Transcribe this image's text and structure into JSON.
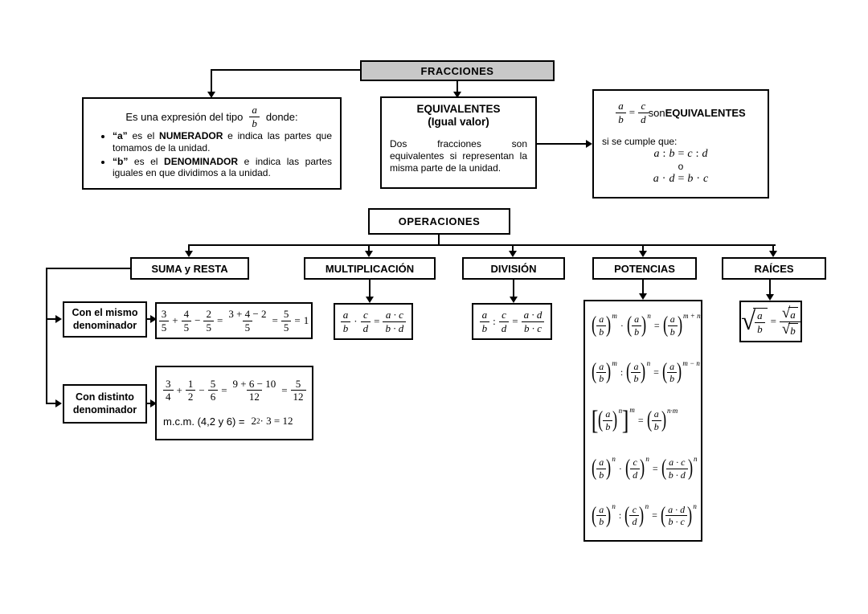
{
  "colors": {
    "title_fill": "#c8c8c8",
    "line": "#000000",
    "background": "#ffffff"
  },
  "title_box": {
    "label": "FRACCIONES"
  },
  "definition_box": {
    "intro_math": [
      {
        "k": "t",
        "v": "Es una expresión del tipo",
        "sans": true
      },
      {
        "k": "o",
        "v": ""
      },
      {
        "k": "f",
        "n": "a",
        "d": "b"
      },
      {
        "k": "o",
        "v": ""
      },
      {
        "k": "t",
        "v": "donde:",
        "sans": true
      }
    ],
    "bullets": [
      [
        {
          "t": "“a”",
          "b": true
        },
        {
          "t": " es el "
        },
        {
          "t": "NUMERADOR",
          "b": true
        },
        {
          "t": " e indica las partes que tomamos de la unidad."
        }
      ],
      [
        {
          "t": "“b”",
          "b": true
        },
        {
          "t": " es el "
        },
        {
          "t": "DENOMINADOR",
          "b": true
        },
        {
          "t": " e indica las partes iguales en que dividimos a la unidad."
        }
      ]
    ]
  },
  "equivalentes_box": {
    "title": "EQUIVALENTES",
    "subtitle": "(Igual valor)",
    "body": "Dos fracciones son equivalentes si representan la misma parte de la unidad."
  },
  "condition_box": {
    "line1_math": [
      {
        "k": "f",
        "n": "a",
        "d": "b"
      },
      {
        "k": "o",
        "v": "="
      },
      {
        "k": "f",
        "n": "c",
        "d": "d"
      },
      {
        "k": "t",
        "v": " son ",
        "sans": true
      },
      {
        "k": "t",
        "v": "EQUIVALENTES",
        "sans": true,
        "b": true
      }
    ],
    "intro": "si se cumple que:",
    "cond1_math": [
      {
        "k": "t",
        "v": "a",
        "it": true
      },
      {
        "k": "o",
        "v": ":"
      },
      {
        "k": "t",
        "v": "b",
        "it": true
      },
      {
        "k": "o",
        "v": "="
      },
      {
        "k": "t",
        "v": "c",
        "it": true
      },
      {
        "k": "o",
        "v": ":"
      },
      {
        "k": "t",
        "v": "d",
        "it": true
      }
    ],
    "or_label": "o",
    "cond2_math": [
      {
        "k": "t",
        "v": "a",
        "it": true
      },
      {
        "k": "o",
        "v": "·"
      },
      {
        "k": "t",
        "v": "d",
        "it": true
      },
      {
        "k": "o",
        "v": "="
      },
      {
        "k": "t",
        "v": "b",
        "it": true
      },
      {
        "k": "o",
        "v": "·"
      },
      {
        "k": "t",
        "v": "c",
        "it": true
      }
    ]
  },
  "operaciones_box": {
    "label": "OPERACIONES"
  },
  "operations": {
    "items": [
      {
        "label": "SUMA y RESTA"
      },
      {
        "label": "MULTIPLICACIÓN"
      },
      {
        "label": "DIVISIÓN"
      },
      {
        "label": "POTENCIAS"
      },
      {
        "label": "RAÍCES"
      }
    ]
  },
  "suma": {
    "mismo_label": "Con el mismo denominador",
    "distinto_label": "Con distinto denominador",
    "mismo_math": [
      {
        "k": "f",
        "n": "3",
        "d": "5"
      },
      {
        "k": "o",
        "v": "+"
      },
      {
        "k": "f",
        "n": "4",
        "d": "5"
      },
      {
        "k": "o",
        "v": "−"
      },
      {
        "k": "f",
        "n": "2",
        "d": "5"
      },
      {
        "k": "o",
        "v": "="
      },
      {
        "k": "f",
        "n": "3 + 4 − 2",
        "d": "5"
      },
      {
        "k": "o",
        "v": "="
      },
      {
        "k": "f",
        "n": "5",
        "d": "5"
      },
      {
        "k": "o",
        "v": "="
      },
      {
        "k": "t",
        "v": "1"
      }
    ],
    "distinto_math_line1": [
      {
        "k": "f",
        "n": "3",
        "d": "4"
      },
      {
        "k": "o",
        "v": "+"
      },
      {
        "k": "f",
        "n": "1",
        "d": "2"
      },
      {
        "k": "o",
        "v": "−"
      },
      {
        "k": "f",
        "n": "5",
        "d": "6"
      },
      {
        "k": "o",
        "v": "="
      },
      {
        "k": "f",
        "n": "9 + 6 − 10",
        "d": "12"
      },
      {
        "k": "o",
        "v": "="
      },
      {
        "k": "f",
        "n": "5",
        "d": "12"
      }
    ],
    "distinto_math_line2": [
      {
        "k": "t",
        "v": "m.c.m. (4,2 y 6) = ",
        "sans": true
      },
      {
        "k": "o",
        "v": ""
      },
      {
        "k": "t",
        "v": "2"
      },
      {
        "k": "t",
        "v": "2",
        "sup": true
      },
      {
        "k": "t",
        "v": " · 3 = 12"
      }
    ]
  },
  "multiplicacion": {
    "math": [
      {
        "k": "f",
        "n": "a",
        "d": "b"
      },
      {
        "k": "o",
        "v": "·"
      },
      {
        "k": "f",
        "n": "c",
        "d": "d"
      },
      {
        "k": "o",
        "v": "="
      },
      {
        "k": "f",
        "n": "a · c",
        "d": "b · d"
      }
    ]
  },
  "division": {
    "math": [
      {
        "k": "f",
        "n": "a",
        "d": "b"
      },
      {
        "k": "o",
        "v": ":"
      },
      {
        "k": "f",
        "n": "c",
        "d": "d"
      },
      {
        "k": "o",
        "v": "="
      },
      {
        "k": "f",
        "n": "a · d",
        "d": "b · c"
      }
    ]
  },
  "potencias": {
    "rows": [
      [
        {
          "k": "p",
          "n": "a",
          "d": "b",
          "e": "m"
        },
        {
          "k": "o",
          "v": "·"
        },
        {
          "k": "p",
          "n": "a",
          "d": "b",
          "e": "n"
        },
        {
          "k": "o",
          "v": "="
        },
        {
          "k": "p",
          "n": "a",
          "d": "b",
          "e": "m + n"
        }
      ],
      [
        {
          "k": "p",
          "n": "a",
          "d": "b",
          "e": "m"
        },
        {
          "k": "o",
          "v": ":"
        },
        {
          "k": "p",
          "n": "a",
          "d": "b",
          "e": "n"
        },
        {
          "k": "o",
          "v": "="
        },
        {
          "k": "p",
          "n": "a",
          "d": "b",
          "e": "m − n"
        }
      ],
      [
        {
          "k": "br",
          "inner": [
            {
              "k": "p",
              "n": "a",
              "d": "b",
              "e": "n"
            }
          ],
          "e": "m"
        },
        {
          "k": "o",
          "v": "="
        },
        {
          "k": "p",
          "n": "a",
          "d": "b",
          "e": "n·m"
        }
      ],
      [
        {
          "k": "p",
          "n": "a",
          "d": "b",
          "e": "n"
        },
        {
          "k": "o",
          "v": "·"
        },
        {
          "k": "p",
          "n": "c",
          "d": "d",
          "e": "n"
        },
        {
          "k": "o",
          "v": "="
        },
        {
          "k": "p",
          "n": "a · c",
          "d": "b · d",
          "e": "n"
        }
      ],
      [
        {
          "k": "p",
          "n": "a",
          "d": "b",
          "e": "n"
        },
        {
          "k": "o",
          "v": ":"
        },
        {
          "k": "p",
          "n": "c",
          "d": "d",
          "e": "n"
        },
        {
          "k": "o",
          "v": "="
        },
        {
          "k": "p",
          "n": "a · d",
          "d": "b · c",
          "e": "n"
        }
      ]
    ]
  },
  "raices": {
    "math": [
      {
        "k": "r",
        "body": [
          {
            "k": "f",
            "n": "a",
            "d": "b"
          }
        ]
      },
      {
        "k": "o",
        "v": "="
      },
      {
        "k": "f",
        "nb": [
          {
            "k": "r",
            "body": [
              {
                "k": "t",
                "v": "a",
                "it": true
              }
            ]
          }
        ],
        "db": [
          {
            "k": "r",
            "body": [
              {
                "k": "t",
                "v": "b",
                "it": true
              }
            ]
          }
        ]
      }
    ]
  }
}
